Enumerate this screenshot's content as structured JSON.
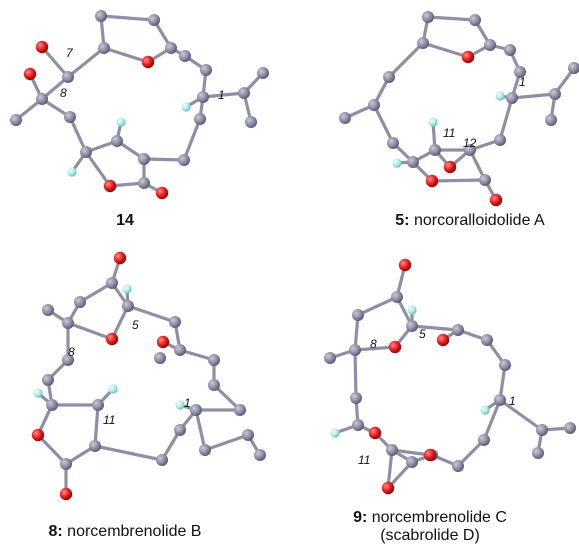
{
  "captions": {
    "c14": {
      "bold": "14",
      "text": ""
    },
    "c5": {
      "bold": "5:",
      "text": " norcoralloidolide A"
    },
    "c8": {
      "bold": "8:",
      "text": " norcembrenolide B"
    },
    "c9": {
      "bold": "9:",
      "text": " norcembrenolide C",
      "line2": "(scabrolide D)"
    }
  },
  "atom_labels": {
    "m14_7": "7",
    "m14_8": "8",
    "m14_1": "1",
    "m5_1": "1",
    "m5_11": "11",
    "m5_12": "12",
    "m8_5": "5",
    "m8_8": "8",
    "m8_11": "11",
    "m8_1": "1",
    "m9_8": "8",
    "m9_5": "5",
    "m9_1": "1",
    "m9_11": "11"
  },
  "colors": {
    "carbon": "#8e8fa5",
    "carbon_dark": "#5c5d74",
    "oxygen": "#dd1e1e",
    "hydrogen": "#9fe6e0",
    "bond": "#8e8fa5"
  }
}
